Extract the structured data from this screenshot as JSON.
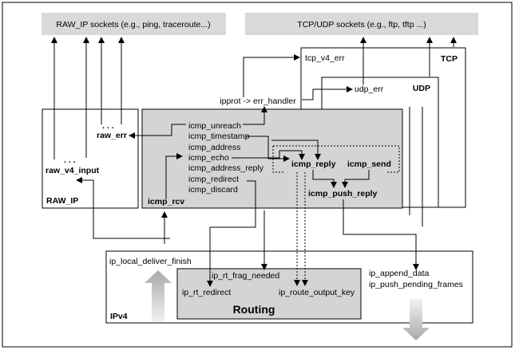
{
  "sockets": {
    "raw": "RAW_IP sockets (e.g., ping, traceroute...)",
    "tcpudp": "TCP/UDP sockets (e.g., ftp, tftp ...)"
  },
  "tcp": {
    "title": "TCP",
    "err": "tcp_v4_err"
  },
  "udp": {
    "title": "UDP",
    "err": "udp_err"
  },
  "ipprot": "ipprot -> err_handler",
  "raw_ip": {
    "title": "RAW_IP",
    "input": "raw_v4_input",
    "err": "raw_err",
    "dots": ". . ."
  },
  "icmp": {
    "rcv": "icmp_rcv",
    "handlers": [
      "icmp_unreach",
      "icmp_timestamp",
      "icmp_address",
      "icmp_echo",
      "icmp_address_reply",
      "icmp_redirect",
      "icmp_discard"
    ],
    "reply": "icmp_reply",
    "send": "icmp_send",
    "push_reply": "icmp_push_reply"
  },
  "ipv4": {
    "title": "IPv4",
    "local_deliver": "ip_local_deliver_finish",
    "append": "ip_append_data",
    "push_pending": "ip_push_pending_frames"
  },
  "routing": {
    "title": "Routing",
    "frag_needed": "ip_rt_frag_needed",
    "redirect": "ip_rt_redirect",
    "output_key": "ip_route_output_key"
  },
  "colors": {
    "socket_fill": "#d9d9d9",
    "block_fill": "#d4d4d4",
    "arrow_fill": "#bdbdbd"
  }
}
